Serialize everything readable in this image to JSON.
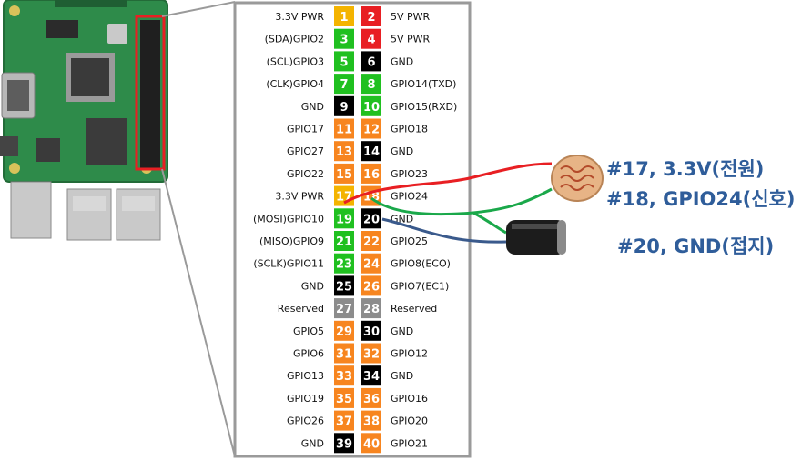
{
  "pins": [
    {
      "n": "1",
      "color": "#f4b400",
      "text": "#ffffff",
      "label": "3.3V PWR"
    },
    {
      "n": "2",
      "color": "#e81f23",
      "text": "#ffffff",
      "label": "5V PWR"
    },
    {
      "n": "3",
      "color": "#20c020",
      "text": "#ffffff",
      "label": "(SDA)GPIO2"
    },
    {
      "n": "4",
      "color": "#e81f23",
      "text": "#ffffff",
      "label": "5V PWR"
    },
    {
      "n": "5",
      "color": "#20c020",
      "text": "#ffffff",
      "label": "(SCL)GPIO3"
    },
    {
      "n": "6",
      "color": "#000000",
      "text": "#ffffff",
      "label": "GND"
    },
    {
      "n": "7",
      "color": "#20c020",
      "text": "#ffffff",
      "label": "(CLK)GPIO4"
    },
    {
      "n": "8",
      "color": "#20c020",
      "text": "#ffffff",
      "label": "GPIO14(TXD)"
    },
    {
      "n": "9",
      "color": "#000000",
      "text": "#ffffff",
      "label": "GND"
    },
    {
      "n": "10",
      "color": "#20c020",
      "text": "#ffffff",
      "label": "GPIO15(RXD)"
    },
    {
      "n": "11",
      "color": "#f7851f",
      "text": "#ffffff",
      "label": "GPIO17"
    },
    {
      "n": "12",
      "color": "#f7851f",
      "text": "#ffffff",
      "label": "GPIO18"
    },
    {
      "n": "13",
      "color": "#f7851f",
      "text": "#ffffff",
      "label": "GPIO27"
    },
    {
      "n": "14",
      "color": "#000000",
      "text": "#ffffff",
      "label": "GND"
    },
    {
      "n": "15",
      "color": "#f7851f",
      "text": "#ffffff",
      "label": "GPIO22"
    },
    {
      "n": "16",
      "color": "#f7851f",
      "text": "#ffffff",
      "label": "GPIO23"
    },
    {
      "n": "17",
      "color": "#f4b400",
      "text": "#ffffff",
      "label": "3.3V PWR"
    },
    {
      "n": "18",
      "color": "#f7851f",
      "text": "#ffffff",
      "label": "GPIO24"
    },
    {
      "n": "19",
      "color": "#20c020",
      "text": "#ffffff",
      "label": "(MOSI)GPIO10"
    },
    {
      "n": "20",
      "color": "#000000",
      "text": "#ffffff",
      "label": "GND"
    },
    {
      "n": "21",
      "color": "#20c020",
      "text": "#ffffff",
      "label": "(MISO)GPIO9"
    },
    {
      "n": "22",
      "color": "#f7851f",
      "text": "#ffffff",
      "label": "GPIO25"
    },
    {
      "n": "23",
      "color": "#20c020",
      "text": "#ffffff",
      "label": "(SCLK)GPIO11"
    },
    {
      "n": "24",
      "color": "#f7851f",
      "text": "#ffffff",
      "label": "GPIO8(ECO)"
    },
    {
      "n": "25",
      "color": "#000000",
      "text": "#ffffff",
      "label": "GND"
    },
    {
      "n": "26",
      "color": "#f7851f",
      "text": "#ffffff",
      "label": "GPIO7(EC1)"
    },
    {
      "n": "27",
      "color": "#8c8c8c",
      "text": "#ffffff",
      "label": "Reserved"
    },
    {
      "n": "28",
      "color": "#8c8c8c",
      "text": "#ffffff",
      "label": "Reserved"
    },
    {
      "n": "29",
      "color": "#f7851f",
      "text": "#ffffff",
      "label": "GPIO5"
    },
    {
      "n": "30",
      "color": "#000000",
      "text": "#ffffff",
      "label": "GND"
    },
    {
      "n": "31",
      "color": "#f7851f",
      "text": "#ffffff",
      "label": "GPIO6"
    },
    {
      "n": "32",
      "color": "#f7851f",
      "text": "#ffffff",
      "label": "GPIO12"
    },
    {
      "n": "33",
      "color": "#f7851f",
      "text": "#ffffff",
      "label": "GPIO13"
    },
    {
      "n": "34",
      "color": "#000000",
      "text": "#ffffff",
      "label": "GND"
    },
    {
      "n": "35",
      "color": "#f7851f",
      "text": "#ffffff",
      "label": "GPIO19"
    },
    {
      "n": "36",
      "color": "#f7851f",
      "text": "#ffffff",
      "label": "GPIO16"
    },
    {
      "n": "37",
      "color": "#f7851f",
      "text": "#ffffff",
      "label": "GPIO26"
    },
    {
      "n": "38",
      "color": "#f7851f",
      "text": "#ffffff",
      "label": "GPIO20"
    },
    {
      "n": "39",
      "color": "#000000",
      "text": "#ffffff",
      "label": "GND"
    },
    {
      "n": "40",
      "color": "#f7851f",
      "text": "#ffffff",
      "label": "GPIO21"
    }
  ],
  "annotations": {
    "power": "#17, 3.3V(전원)",
    "signal": "#18, GPIO24(신호)",
    "ground": "#20, GND(접지)"
  },
  "colors": {
    "annotation": "#2f5d9a",
    "wire_power": "#e81f23",
    "wire_signal": "#1aa84a",
    "wire_ground": "#3a5a8c",
    "highlight": "#e81f23",
    "board": "#2e8b4a"
  },
  "icons": {
    "board": "raspberry-pi-board-icon",
    "sensor": "photoresistor-icon",
    "capacitor": "capacitor-icon"
  }
}
